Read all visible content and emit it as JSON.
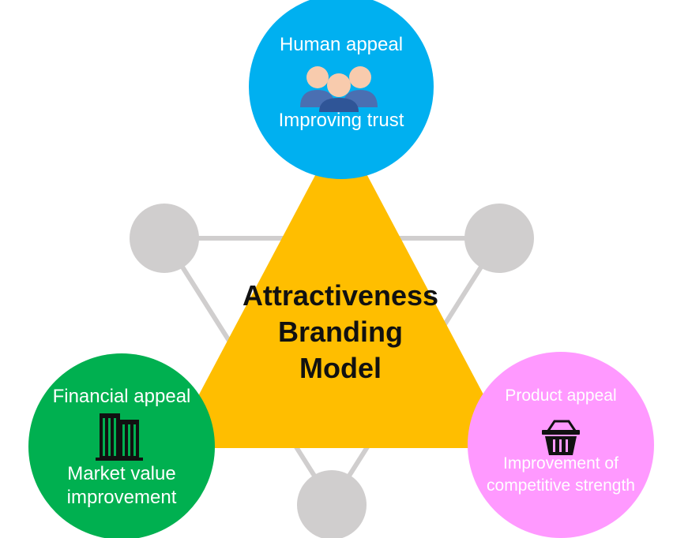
{
  "center": {
    "line1": "Attractiveness",
    "line2": "Branding",
    "line3": "Model",
    "color": "#FFBE00"
  },
  "top_node": {
    "title": "Human appeal",
    "subtitle": "Improving trust",
    "icon": "people-icon",
    "color": "#00B0F0"
  },
  "left_node": {
    "title": "Financial appeal",
    "subtitle_line1": "Market value",
    "subtitle_line2": "improvement",
    "icon": "building-icon",
    "color": "#00B050"
  },
  "right_node": {
    "title": "Product appeal",
    "subtitle_line1": "Improvement of",
    "subtitle_line2": "competitive strength",
    "icon": "basket-icon",
    "color": "#FF99FF"
  },
  "connector_color": "#D0CECE"
}
